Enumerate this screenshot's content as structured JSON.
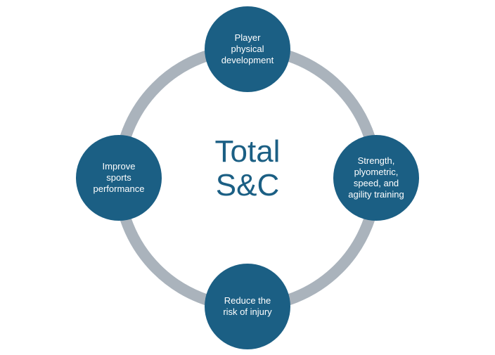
{
  "center": {
    "line1": "Total",
    "line2": "S&C"
  },
  "nodes": {
    "top": "Player\nphysical\ndevelopment",
    "right": "Strength,\nplyometric,\nspeed, and\nagility training",
    "bottom": "Reduce the\nrisk of injury",
    "left": "Improve\nsports\nperformance"
  },
  "colors": {
    "node_fill": "#1b5f84",
    "ring": "#aab3bc",
    "title": "#1b5f84"
  }
}
